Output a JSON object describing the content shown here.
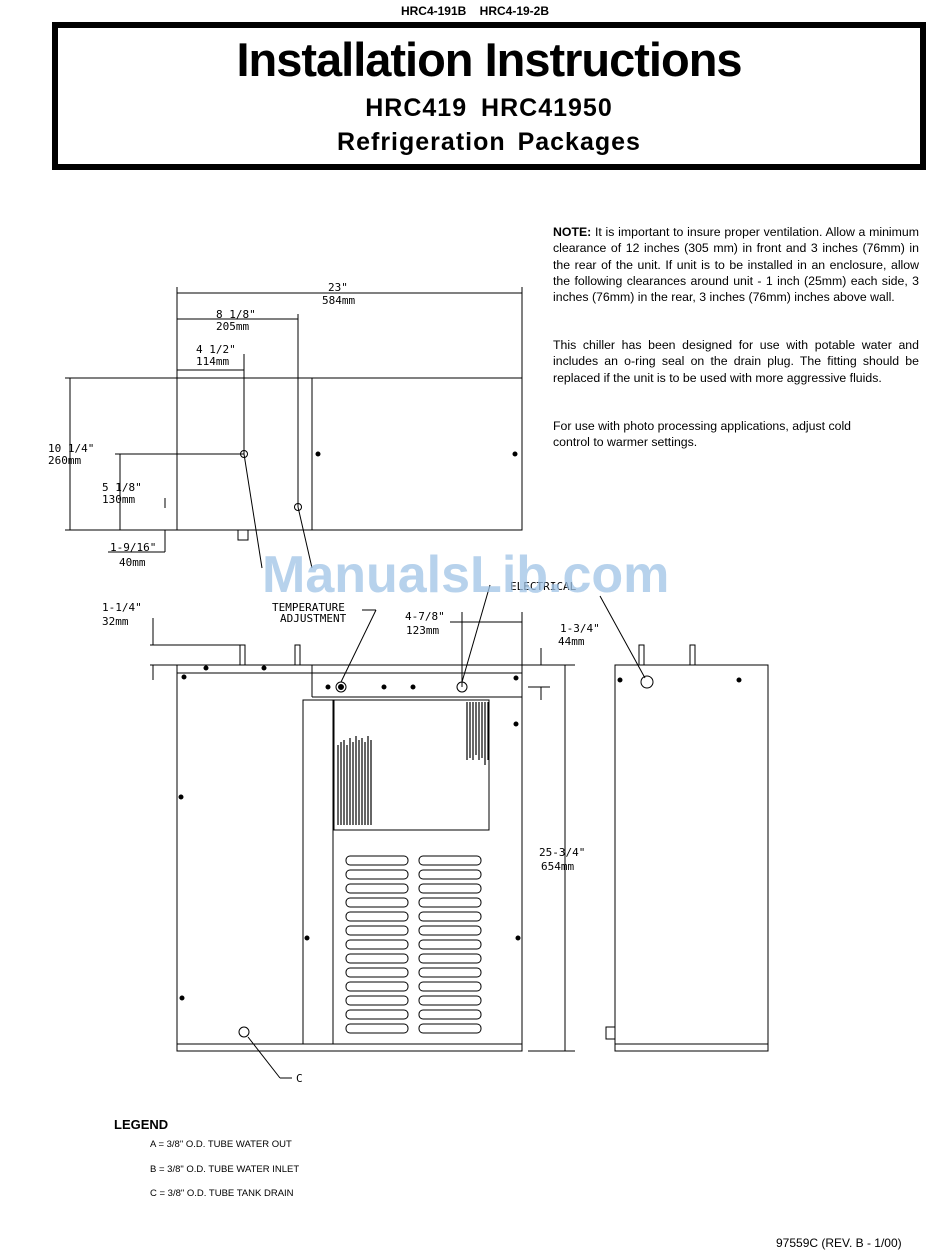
{
  "header": {
    "model_codes": "HRC4-191B  HRC4-19-2B",
    "title": "Installation Instructions",
    "models": "HRC419 HRC41950",
    "subtitle": "Refrigeration Packages"
  },
  "notes": {
    "note_label": "NOTE:",
    "note_text": "It is important to insure proper ventilation. Allow a minimum clearance of 12 inches (305 mm) in front and 3 inches (76mm) in the rear of the unit. If unit is to be installed in an enclosure, allow the following clearances around unit - 1 inch (25mm) each side, 3 inches (76mm) in the rear, 3 inches (76mm) inches above wall.",
    "potable_water": "This chiller has been designed for use with potable water and includes an o-ring seal on the drain plug. The fitting should be replaced if the unit is to be used with more aggressive fluids.",
    "photo_processing": "For use with photo processing applications, adjust cold control to warmer settings."
  },
  "drawing": {
    "dim_width_in": "23\"",
    "dim_width_mm": "584mm",
    "dim_a_in": "8 1/8\"",
    "dim_a_mm": "205mm",
    "dim_b_in": "4 1/2\"",
    "dim_b_mm": "114mm",
    "dim_c_in": "10 1/4\"",
    "dim_c_mm": "260mm",
    "dim_d_in": "5 1/8\"",
    "dim_d_mm": "130mm",
    "dim_e_in": "1-9/16\"",
    "dim_e_mm": "40mm",
    "dim_f_in": "1-1/4\"",
    "dim_f_mm": "32mm",
    "temp_label_1": "TEMPERATURE",
    "temp_label_2": "ADJUSTMENT",
    "dim_g_in": "4-7/8\"",
    "dim_g_mm": "123mm",
    "electrical_label": "ELECTRICAL",
    "dim_h_in": "1-3/4\"",
    "dim_h_mm": "44mm",
    "dim_height_in": "25-3/4\"",
    "dim_height_mm": "654mm",
    "callout_c": "C"
  },
  "watermark": "ManualsLib.com",
  "legend": {
    "title": "LEGEND",
    "a": "A = 3/8\" O.D. TUBE WATER OUT",
    "b": "B = 3/8\" O.D. TUBE WATER INLET",
    "c": "C = 3/8\" O.D. TUBE TANK DRAIN"
  },
  "footer": {
    "doc_number": "97559C (REV. B - 1/00)"
  }
}
